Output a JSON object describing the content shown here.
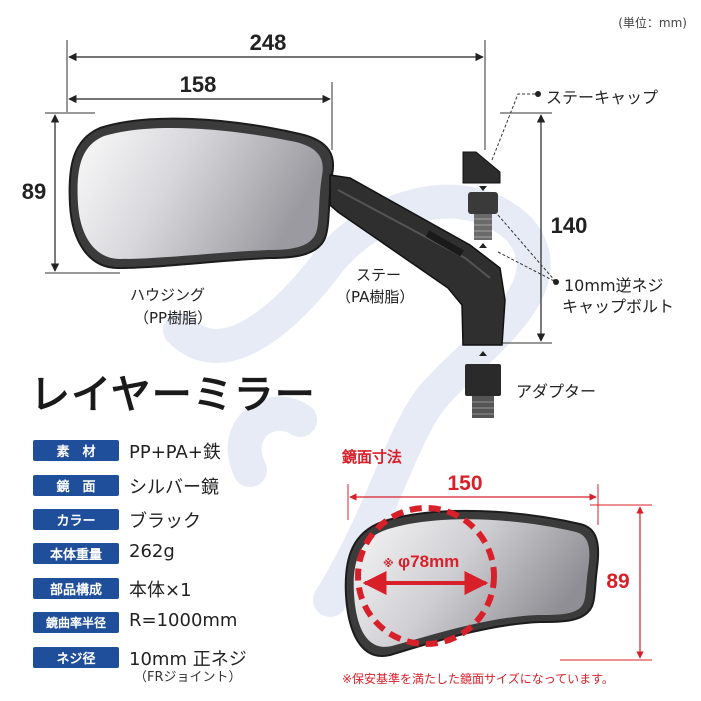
{
  "unit_label": "(単位：mm)",
  "dimensions": {
    "total_width": "248",
    "housing_width": "158",
    "housing_height": "89",
    "stay_height": "140",
    "mirror_width": "150",
    "mirror_height": "89",
    "mirror_circle": "φ78mm",
    "mirror_circle_mark": "※"
  },
  "labels": {
    "stay_cap": "ステーキャップ",
    "bolt_line1": "10mm逆ネジ",
    "bolt_line2": "キャップボルト",
    "stay": "ステー",
    "stay_material": "（PA樹脂）",
    "housing": "ハウジング",
    "housing_material": "（PP樹脂）",
    "adapter": "アダプター"
  },
  "product_name": "レイヤーミラー",
  "mirror_section_title": "鏡面寸法",
  "mirror_note": "※保安基準を満たした鏡面サイズになっています。",
  "specs": [
    {
      "label": "素　材",
      "value": "PP+PA+鉄"
    },
    {
      "label": "鏡　面",
      "value": "シルバー鏡"
    },
    {
      "label": "カラー",
      "value": "ブラック"
    },
    {
      "label": "本体重量",
      "value": "262g"
    },
    {
      "label": "部品構成",
      "value": "本体×1"
    },
    {
      "label": "鏡曲率半径",
      "value": "R=1000mm"
    },
    {
      "label": "ネジ径",
      "value": "10mm 正ネジ",
      "sub": "（FRジョイント）"
    }
  ],
  "colors": {
    "badge_blue": "#1f4e9b",
    "accent_red": "#d8202a",
    "watermark": "#e6ebf5"
  }
}
